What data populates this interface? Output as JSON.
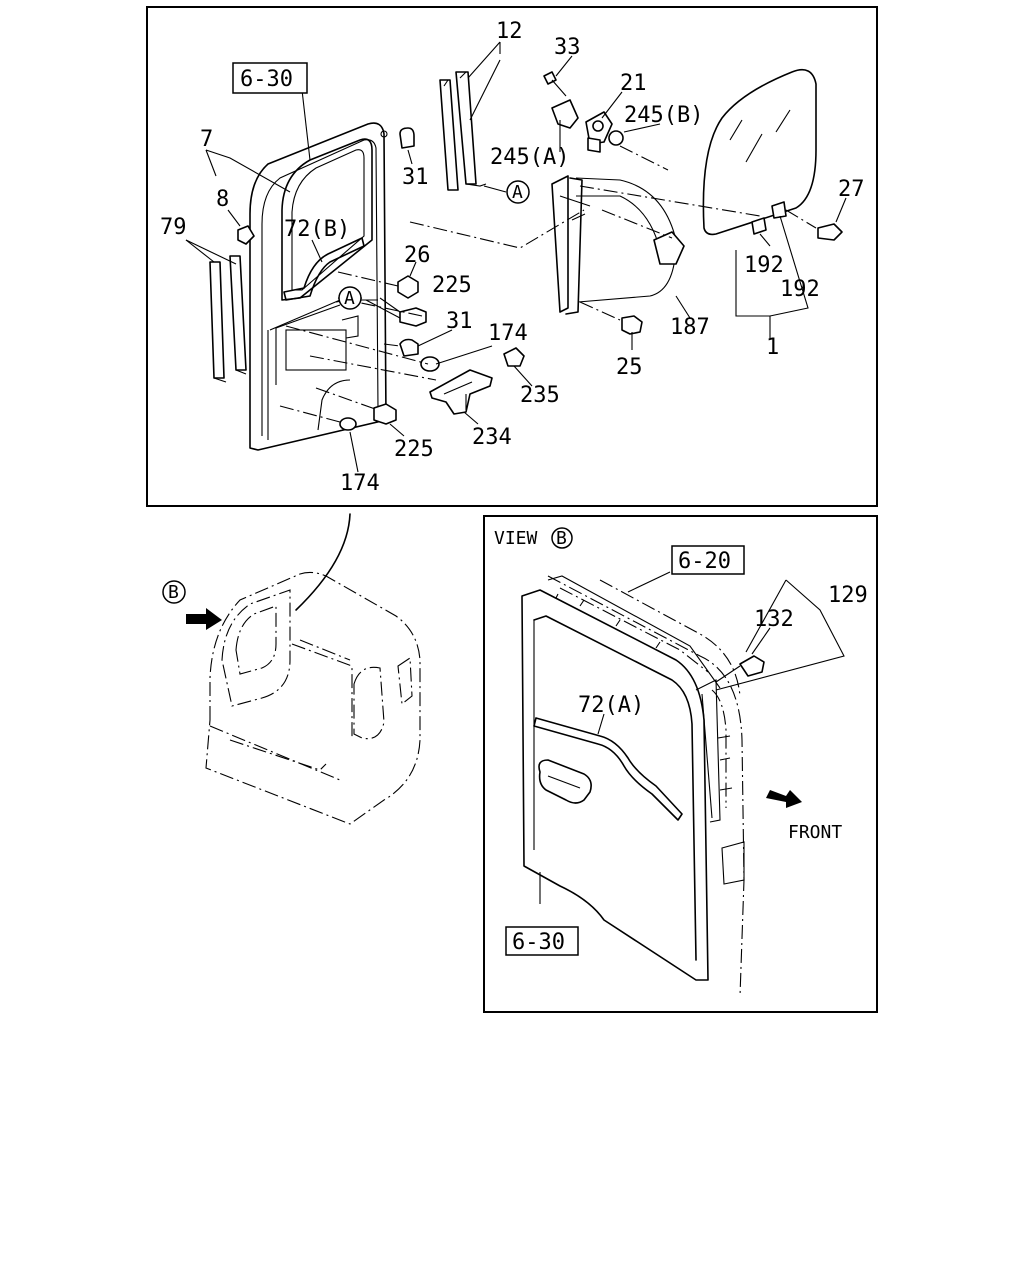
{
  "callouts": {
    "c12": "12",
    "c33": "33",
    "c21": "21",
    "c245b": "245(B)",
    "c245a": "245(A)",
    "c27": "27",
    "c7": "7",
    "c8": "8",
    "c31a": "31",
    "c31b": "31",
    "c79": "79",
    "c72b": "72(B)",
    "c26": "26",
    "c225a": "225",
    "c225b": "225",
    "c174a": "174",
    "c174b": "174",
    "c235": "235",
    "c234": "234",
    "c25": "25",
    "c187": "187",
    "c192a": "192",
    "c192b": "192",
    "c1": "1",
    "c129": "129",
    "c132": "132",
    "c72a": "72(A)"
  },
  "refs": {
    "ref630_top": "6-30",
    "ref620": "6-20",
    "ref630_bottom": "6-30"
  },
  "markers": {
    "a": "A",
    "b": "B"
  },
  "view": {
    "label": "VIEW"
  },
  "direction": {
    "front": "FRONT"
  }
}
